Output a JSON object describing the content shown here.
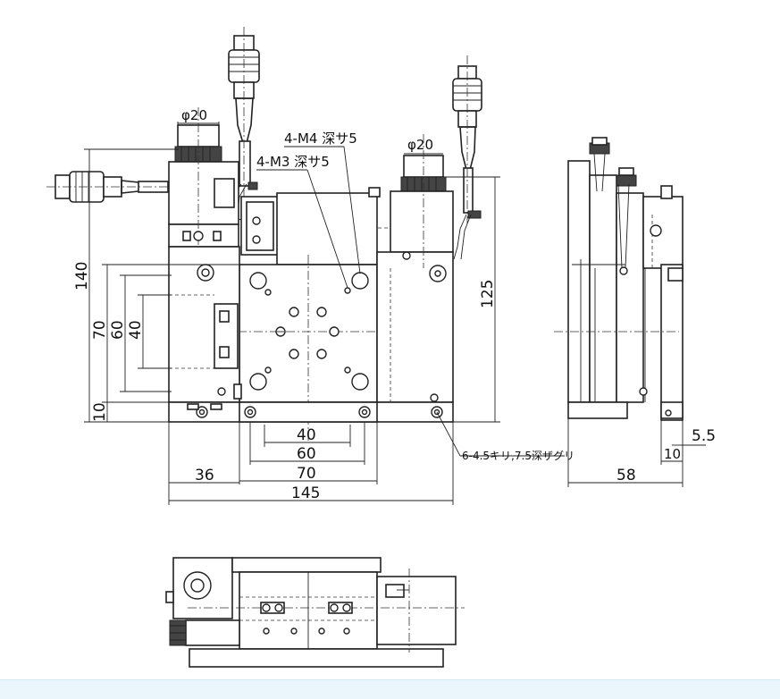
{
  "drawing": {
    "front_view": {
      "dims": {
        "d140": "140",
        "d70": "70",
        "d60": "60",
        "d40": "40",
        "d10": "10",
        "d125": "125",
        "b40": "40",
        "b60": "60",
        "b70": "70",
        "b36": "36",
        "b145": "145"
      },
      "notes": {
        "knob_dia_left": "φ20",
        "knob_dia_right": "φ20",
        "tap_m4": "4-M4 深サ5",
        "tap_m3": "4-M3 深サ5",
        "mount_holes": "6-4.5キリ,7.5深ザグリ"
      }
    },
    "side_view": {
      "dims": {
        "d58": "58",
        "d10": "10",
        "d5_5": "5.5"
      }
    }
  },
  "colors": {
    "line": "#222222",
    "footer": "#eaf5fc"
  }
}
